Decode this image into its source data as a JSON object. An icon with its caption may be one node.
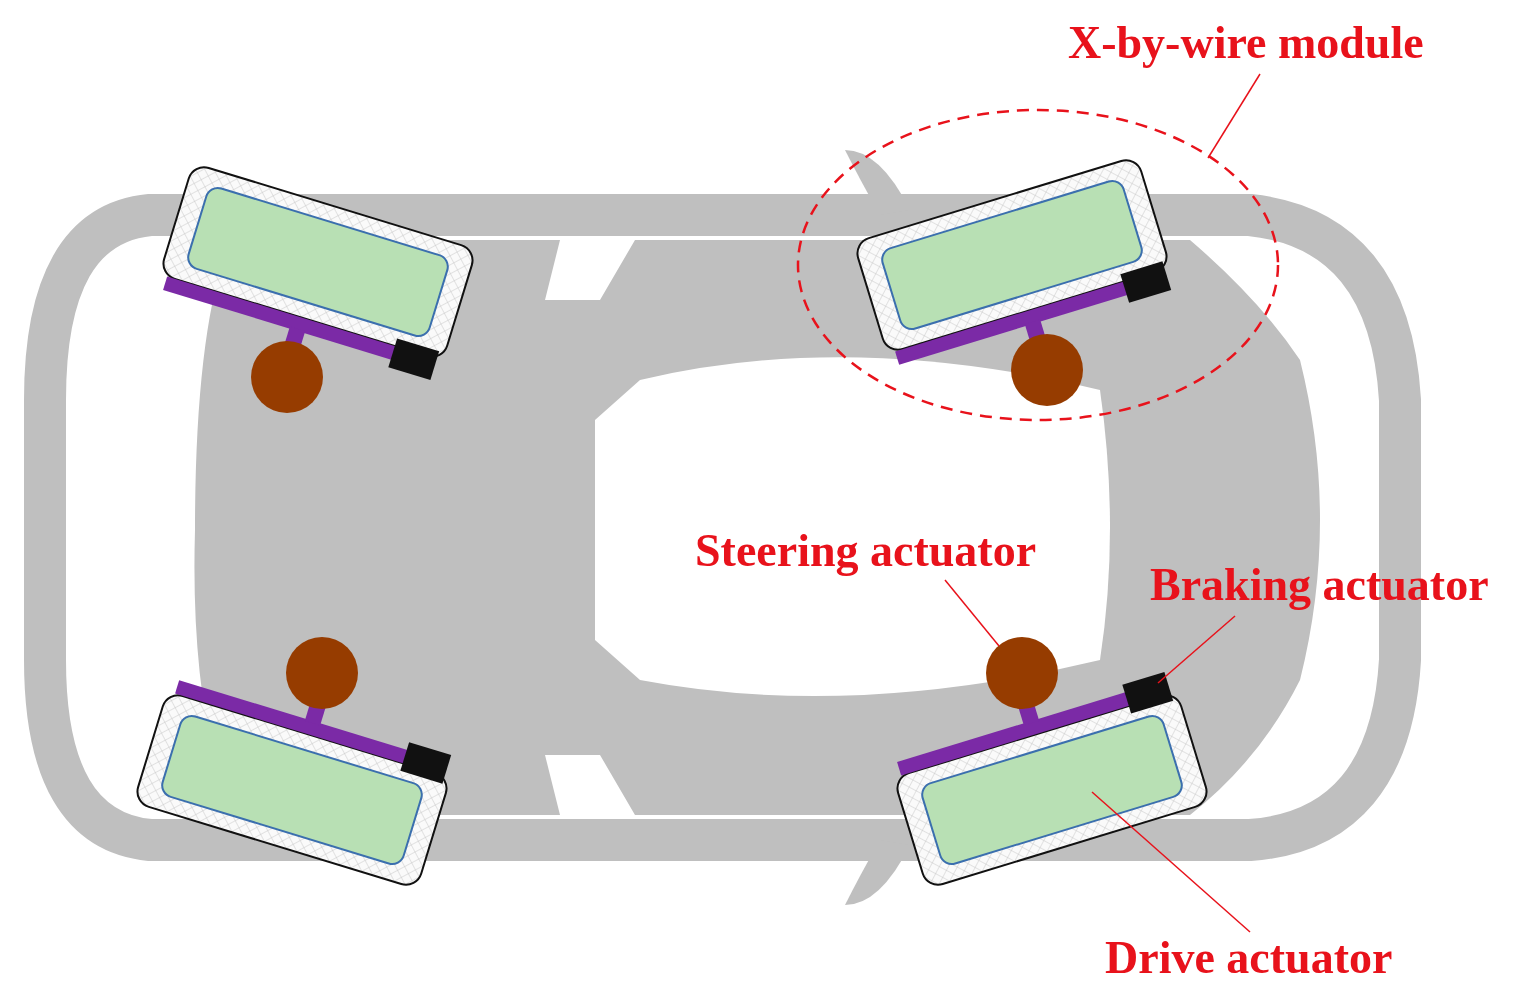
{
  "diagram": {
    "nodes": [
      {
        "text": [
          "X-by-wire module"
        ]
      },
      {
        "text": [],
        "shape": "ellipse"
      },
      {
        "text": [
          "Steering actuator"
        ]
      },
      {
        "text": [],
        "shape": "circle"
      },
      {
        "text": [
          "Braking actuator"
        ]
      },
      {
        "text": [],
        "shape": "box"
      },
      {
        "text": [
          "Drive actuator"
        ]
      },
      {
        "text": [],
        "shape": "box"
      }
    ],
    "edges": [
      {
        "from": 0,
        "to": 1,
        "arrow": "none"
      },
      {
        "from": 2,
        "to": 3,
        "arrow": "none"
      },
      {
        "from": 4,
        "to": 5,
        "arrow": "none"
      },
      {
        "from": 6,
        "to": 7,
        "arrow": "none"
      }
    ]
  }
}
